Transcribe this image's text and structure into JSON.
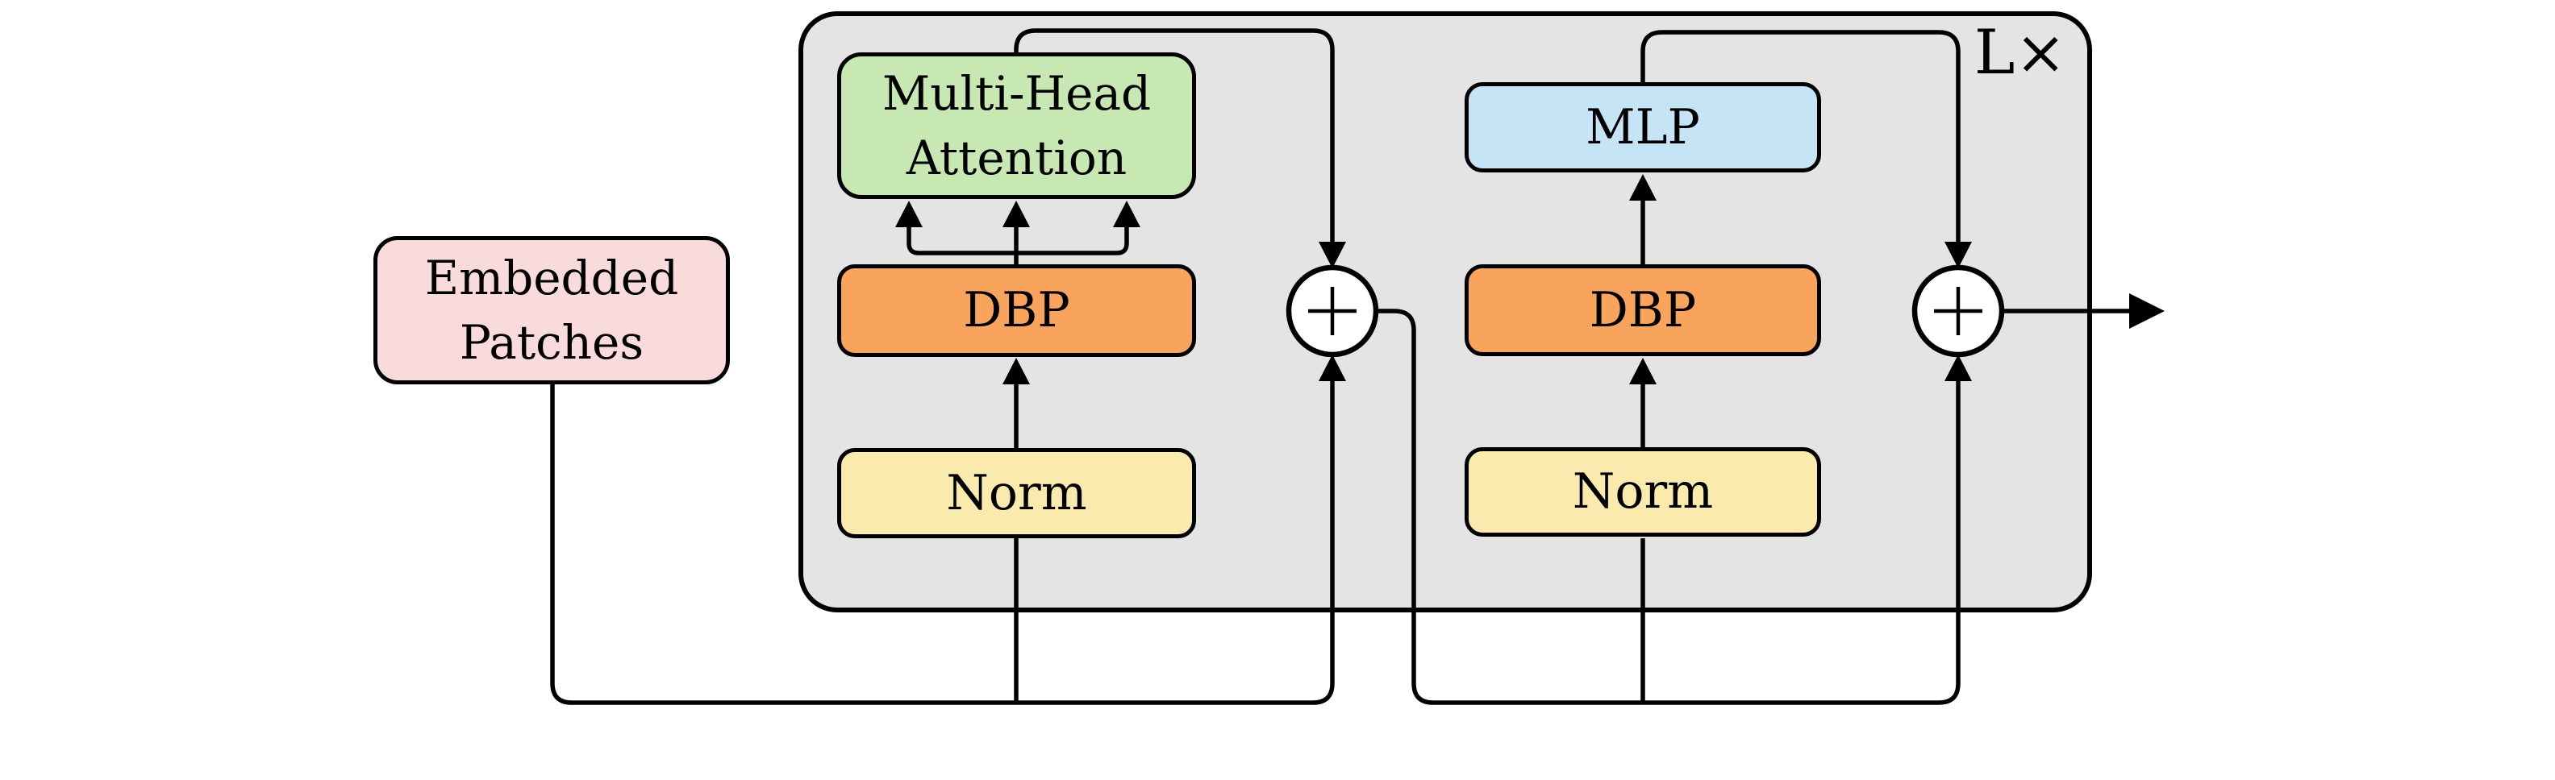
{
  "figure": {
    "background_color": "#ffffff",
    "line_color": "#000000",
    "encoder": {
      "repeat_label": "L×",
      "fill_color": "#e4e4e4"
    },
    "nodes": {
      "embedded_patches": {
        "line1": "Embedded",
        "line2": "Patches",
        "fill": "#fadbdb"
      },
      "multi_head_attention": {
        "line1": "Multi-Head",
        "line2": "Attention",
        "fill": "#c8e8b3"
      },
      "dbp_attention": {
        "label": "DBP",
        "fill": "#f8a45c"
      },
      "norm_attention": {
        "label": "Norm",
        "fill": "#faeaae"
      },
      "mlp": {
        "label": "MLP",
        "fill": "#c5e4f5"
      },
      "dbp_mlp": {
        "label": "DBP",
        "fill": "#f8a45c"
      },
      "norm_mlp": {
        "label": "Norm",
        "fill": "#faeaae"
      },
      "add_left": {
        "symbol": "+",
        "fill": "#ffffff"
      },
      "add_right": {
        "symbol": "+",
        "fill": "#ffffff"
      }
    }
  }
}
